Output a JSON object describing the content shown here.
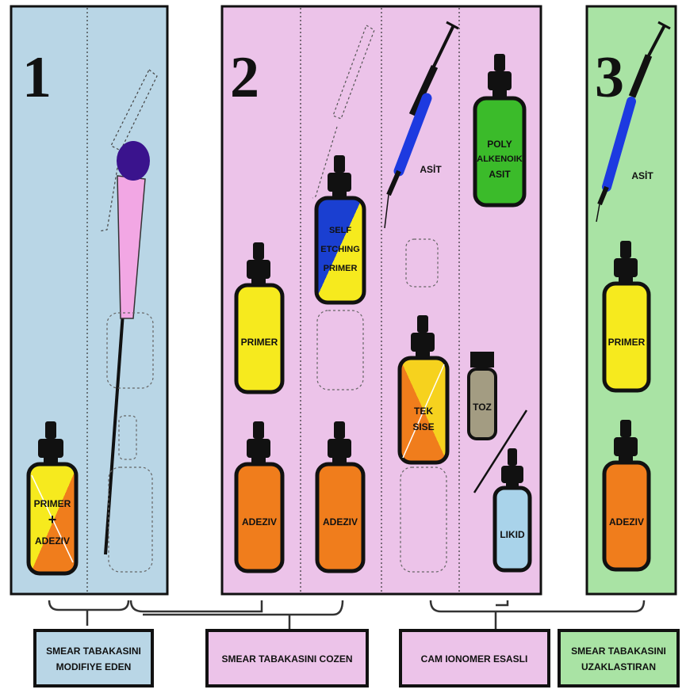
{
  "panels": {
    "p1": {
      "number": "1",
      "bg": "#b9d6e6"
    },
    "p2": {
      "number": "2",
      "bg": "#ecc3e9"
    },
    "p3": {
      "number": "3",
      "bg": "#a9e3a4"
    }
  },
  "bottles": {
    "primer_adeziv": {
      "line1": "PRIMER",
      "plus": "+",
      "line2": "ADEZIV",
      "colors": [
        "#f6ea1e",
        "#f07d1c"
      ]
    },
    "primer_p2": {
      "label": "PRIMER",
      "color": "#f6ea1e"
    },
    "adeziv_p2a": {
      "label": "ADEZIV",
      "color": "#f07d1c"
    },
    "self_etching": {
      "line1": "SELF",
      "line2": "ETCHING",
      "line3": "PRIMER",
      "colors": [
        "#f6ea1e",
        "#1a3fd1"
      ]
    },
    "adeziv_p2b": {
      "label": "ADEZIV",
      "color": "#f07d1c"
    },
    "tek_sise": {
      "line1": "TEK",
      "line2": "SISE",
      "colors": [
        "#f6d21e",
        "#f07d1c"
      ]
    },
    "poly": {
      "line1": "POLY",
      "line2": "ALKENOIK",
      "line3": "ASIT",
      "color": "#3bbb2a"
    },
    "toz": {
      "label": "TOZ",
      "color": "#a39c82"
    },
    "likid": {
      "label": "LIKID",
      "color": "#a9d3ea"
    },
    "primer_p3": {
      "label": "PRIMER",
      "color": "#f6ea1e"
    },
    "adeziv_p3": {
      "label": "ADEZIV",
      "color": "#f07d1c"
    }
  },
  "syringes": {
    "asit_p2": {
      "label": "ASİT"
    },
    "asit_p3": {
      "label": "ASİT"
    }
  },
  "category_boxes": [
    {
      "label": "SMEAR TABAKASINI",
      "label2": "MODIFIYE EDEN",
      "bg": "#b9d6e6"
    },
    {
      "label": "SMEAR TABAKASINI COZEN",
      "label2": "",
      "bg": "#ecc3e9"
    },
    {
      "label": "CAM IONOMER ESASLI",
      "label2": "",
      "bg": "#ecc3e9"
    },
    {
      "label": "SMEAR TABAKASINI",
      "label2": "UZAKLASTIRAN",
      "bg": "#a9e3a4"
    }
  ]
}
